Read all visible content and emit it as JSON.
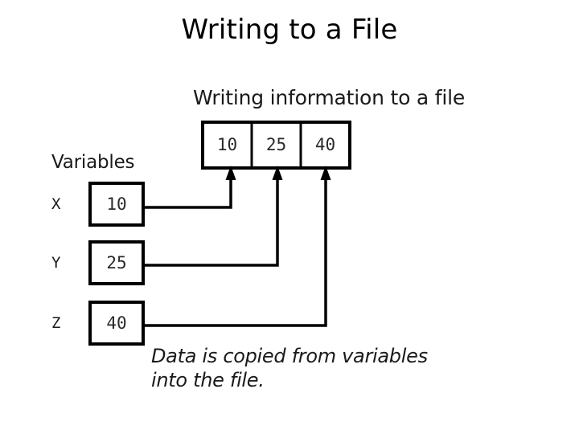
{
  "slide": {
    "title": "Writing to a File",
    "background_color": "#ffffff",
    "ink_color": "#000000"
  },
  "diagram": {
    "heading": "Writing information to a file",
    "variables_label": "Variables",
    "caption_line_1": "Data is copied from variables",
    "caption_line_2": "into the file.",
    "file_cells": [
      {
        "value": "10"
      },
      {
        "value": "25"
      },
      {
        "value": "40"
      }
    ],
    "variables": [
      {
        "name": "X",
        "value": "10"
      },
      {
        "name": "Y",
        "value": "25"
      },
      {
        "name": "Z",
        "value": "40"
      }
    ],
    "connectors": [
      {
        "from": "X",
        "to_cell": "10"
      },
      {
        "from": "Y",
        "to_cell": "25"
      },
      {
        "from": "Z",
        "to_cell": "40"
      }
    ]
  }
}
